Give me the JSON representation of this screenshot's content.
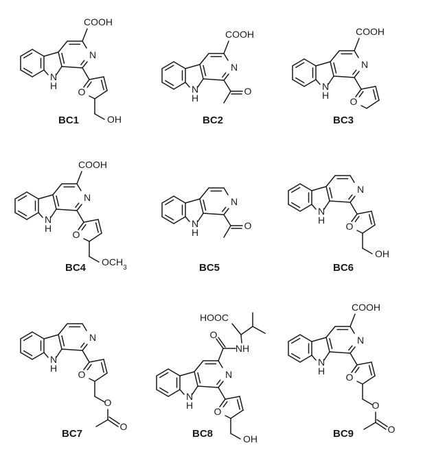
{
  "compounds": [
    {
      "id": "BC1",
      "core": "bc",
      "acid": true,
      "sub": "furan",
      "ch2": "OH"
    },
    {
      "id": "BC2",
      "core": "bc",
      "acid": true,
      "sub": "acetyl"
    },
    {
      "id": "BC3",
      "core": "bc",
      "acid": true,
      "sub": "furan"
    },
    {
      "id": "BC4",
      "core": "bc",
      "acid": true,
      "sub": "furan",
      "ch2": "OCH3"
    },
    {
      "id": "BC5",
      "core": "bc",
      "acid": false,
      "sub": "acetyl"
    },
    {
      "id": "BC6",
      "core": "bc",
      "acid": false,
      "sub": "furan",
      "ch2": "OH"
    },
    {
      "id": "BC7",
      "core": "bc",
      "acid": false,
      "sub": "furan",
      "ch2": "OAc"
    },
    {
      "id": "BC8",
      "core": "bc",
      "acid": false,
      "amide": "valine",
      "sub": "furan",
      "ch2": "OH"
    },
    {
      "id": "BC9",
      "core": "bc",
      "acid": true,
      "sub": "furan",
      "ch2": "OAc"
    }
  ],
  "atoms": {
    "cooh": "COOH",
    "n": "N",
    "h": "H",
    "o": "O",
    "oh": "OH",
    "och3": "OCH",
    "sub3": "3",
    "nh": "NH",
    "hooc": "HOOC"
  }
}
